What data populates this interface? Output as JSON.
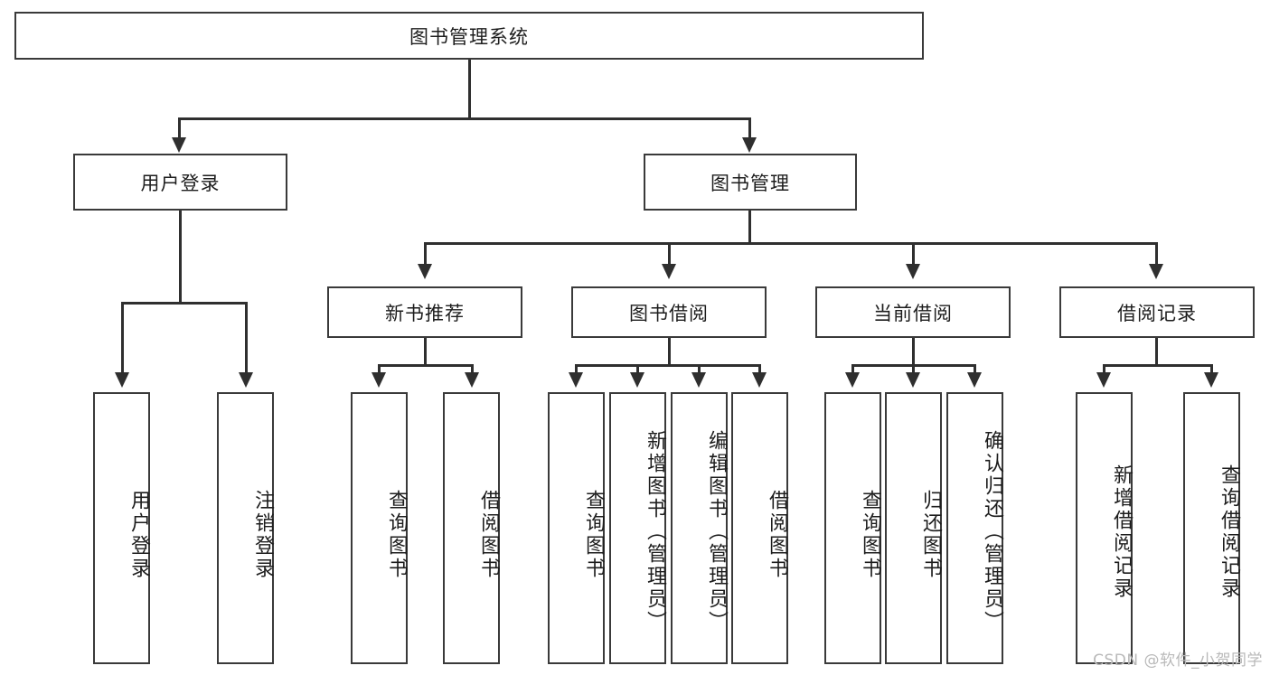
{
  "diagram": {
    "title": "图书管理系统",
    "root": {
      "label": "图书管理系统"
    },
    "level2": [
      {
        "label": "用户登录"
      },
      {
        "label": "图书管理"
      }
    ],
    "level3": [
      {
        "label": "新书推荐"
      },
      {
        "label": "图书借阅"
      },
      {
        "label": "当前借阅"
      },
      {
        "label": "借阅记录"
      }
    ],
    "leaves": {
      "user_login": [
        {
          "label": "用户登录"
        },
        {
          "label": "注销登录"
        }
      ],
      "new_book_recommend": [
        {
          "label": "查询图书"
        },
        {
          "label": "借阅图书"
        }
      ],
      "book_borrow": [
        {
          "label": "查询图书"
        },
        {
          "label": "新增图书（管理员）"
        },
        {
          "label": "编辑图书（管理员）"
        },
        {
          "label": "借阅图书"
        }
      ],
      "current_borrow": [
        {
          "label": "查询图书"
        },
        {
          "label": "归还图书"
        },
        {
          "label": "确认归还（管理员）"
        }
      ],
      "borrow_record": [
        {
          "label": "新增借阅记录"
        },
        {
          "label": "查询借阅记录"
        }
      ]
    }
  },
  "watermark": {
    "text": "CSDN @软件_小贺同学"
  },
  "colors": {
    "border": "#3a3a3a",
    "line": "#2f2f2f",
    "text": "#1d1d1d",
    "background": "#ffffff",
    "watermark": "#b9b9b9"
  }
}
